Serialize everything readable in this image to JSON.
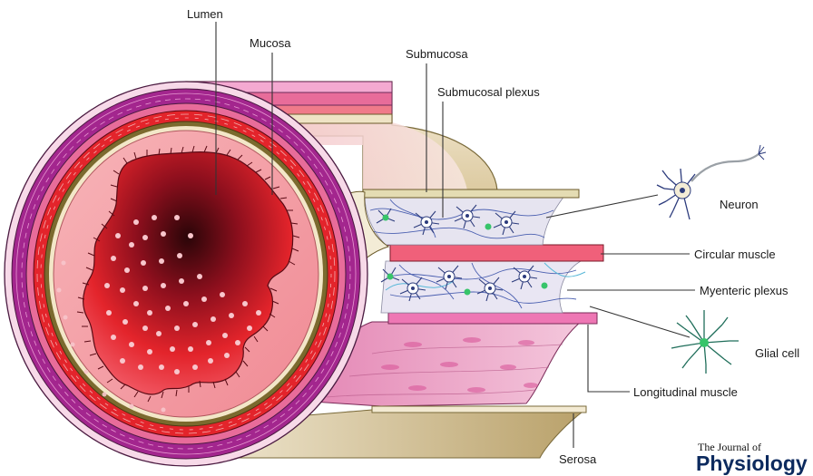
{
  "labels": {
    "lumen": "Lumen",
    "mucosa": "Mucosa",
    "submucosa": "Submucosa",
    "submucosal_plexus": "Submucosal plexus",
    "neuron": "Neuron",
    "circular_muscle": "Circular muscle",
    "myenteric_plexus": "Myenteric plexus",
    "glial_cell": "Glial cell",
    "longitudinal_muscle": "Longitudinal muscle",
    "serosa": "Serosa"
  },
  "brand": {
    "line1": "The Journal of",
    "line2": "Physiology"
  },
  "colors": {
    "mucosa_red": "#e3242b",
    "lumen_dark": "#3a0a10",
    "muscle_pink": "#e86c9a",
    "submucosa_tan": "#ded3a8",
    "serosa_tan": "#c7b57c",
    "outer_purple": "#a3268e",
    "neuron_blue": "#2c3b7c",
    "glial_green": "#1f6e5a",
    "brand_navy": "#0c2a5e"
  }
}
